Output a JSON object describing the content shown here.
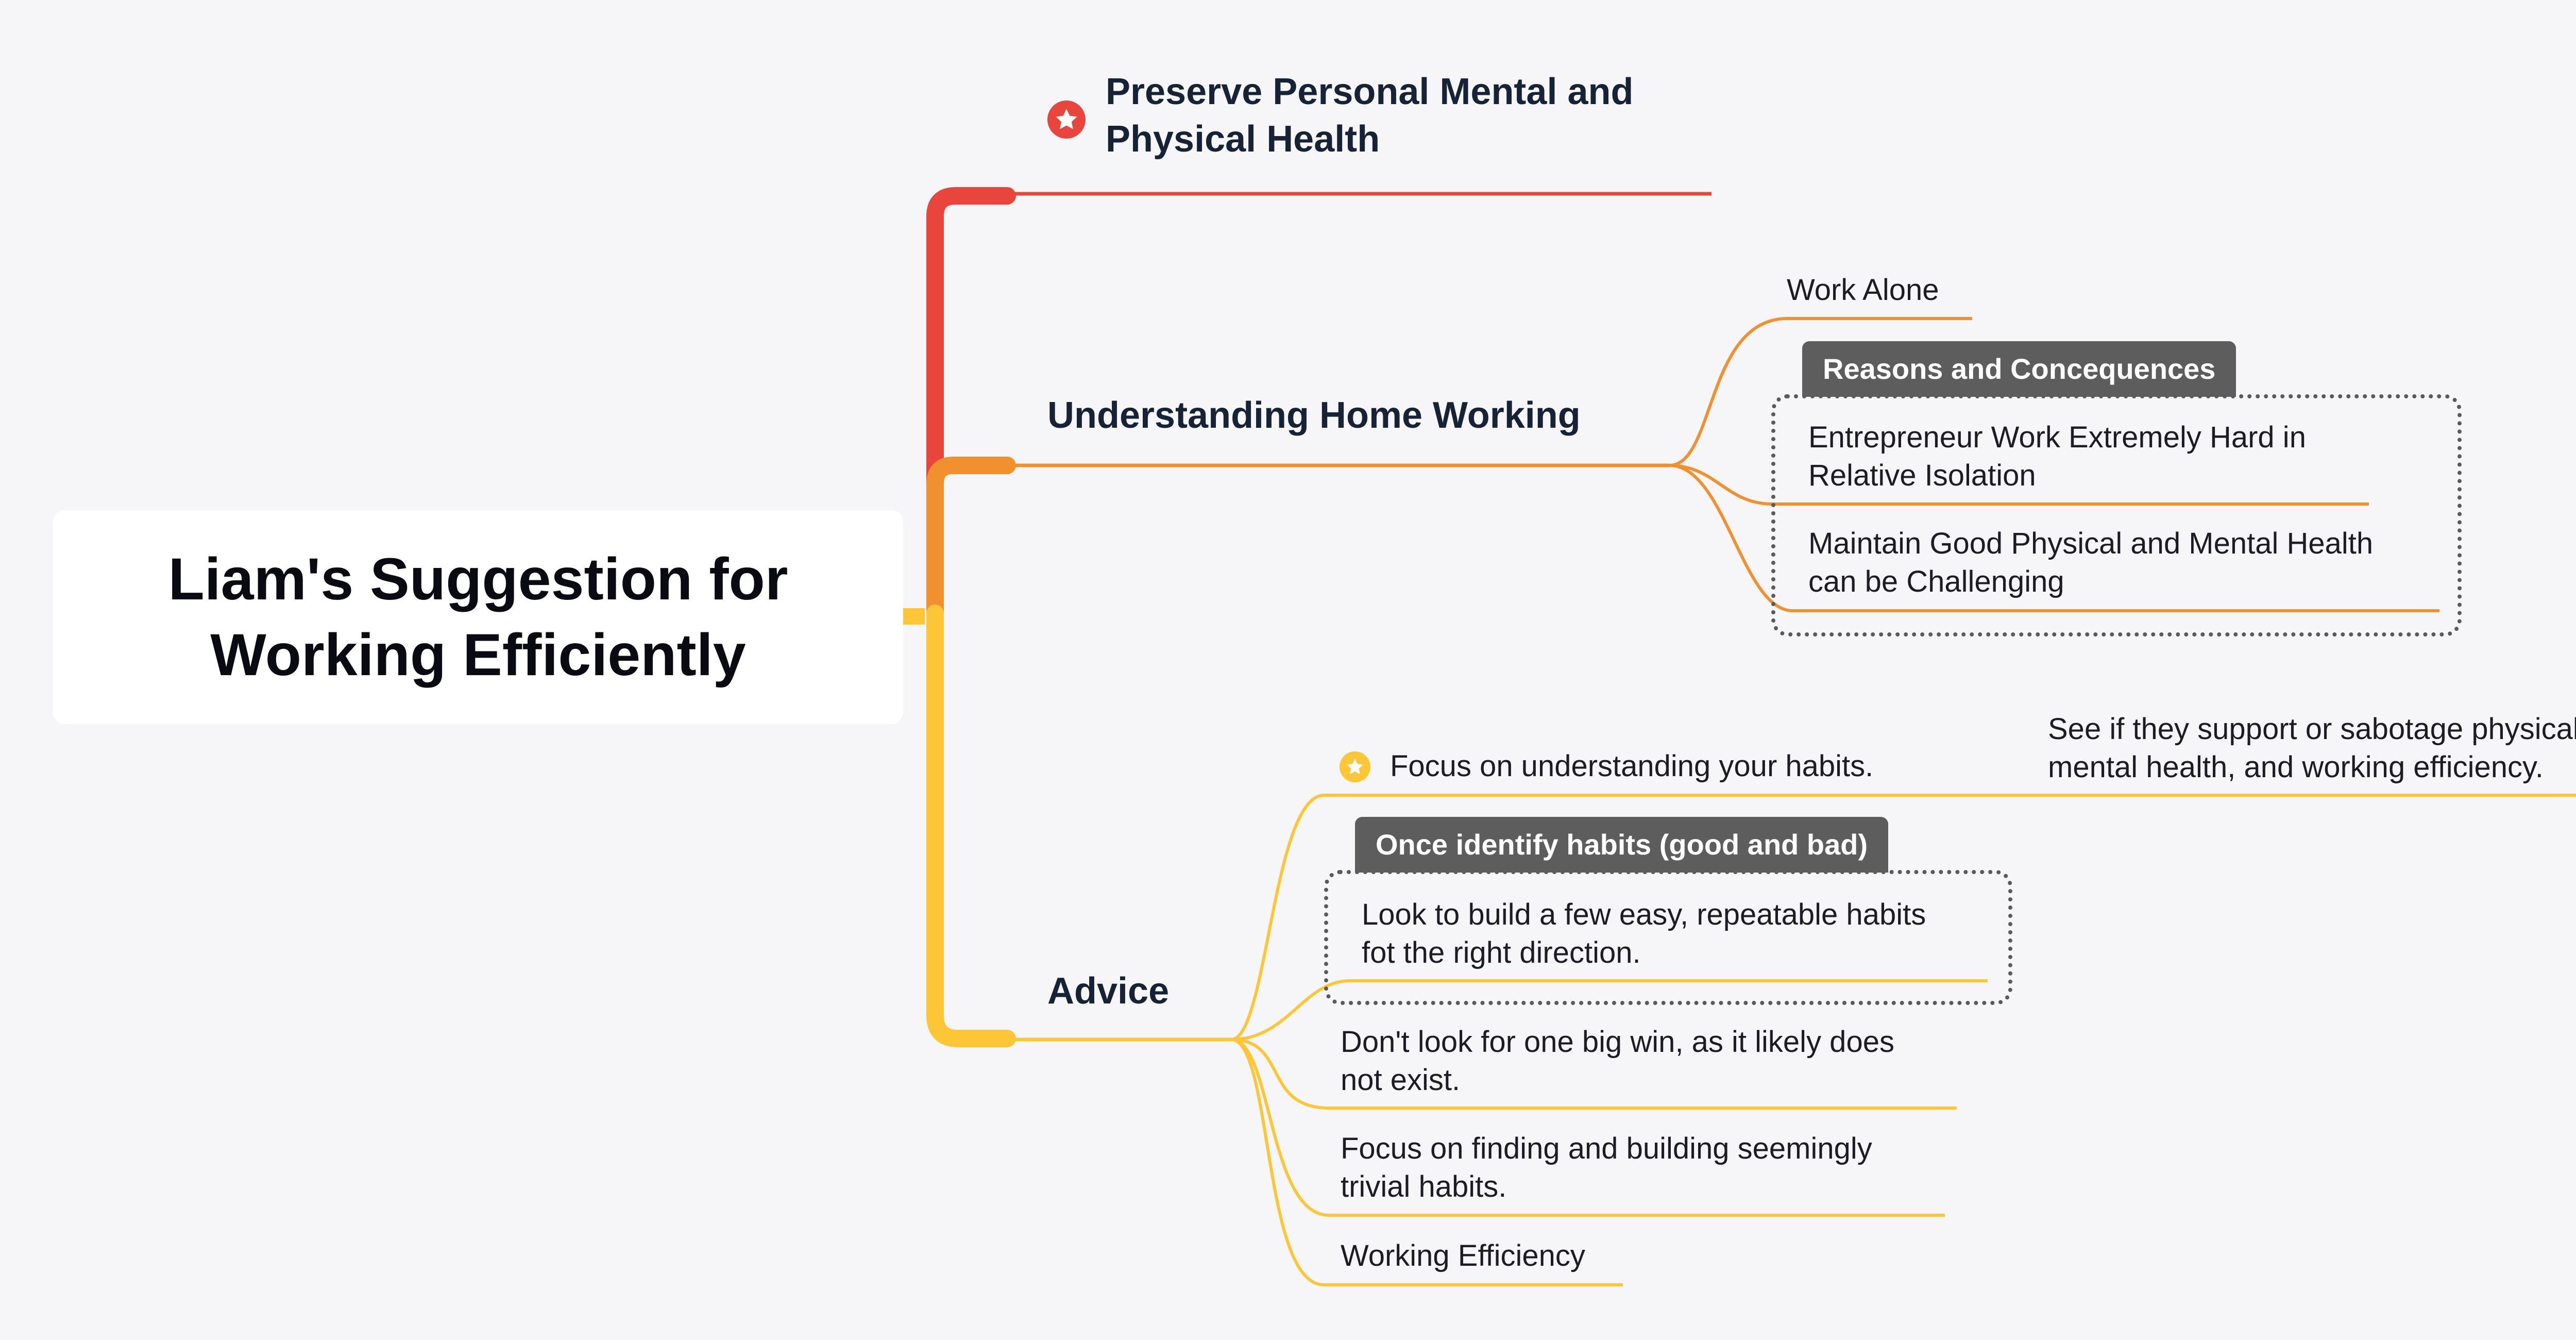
{
  "colors": {
    "red": "#e8453c",
    "orange": "#f0902f",
    "yellow": "#fcc637",
    "frame": "#5a5a5a",
    "tag": "#5d5d5d"
  },
  "root": {
    "title": "Liam's Suggestion for\nWorking Efficiently"
  },
  "branches": {
    "health": {
      "label": "Preserve Personal Mental and\nPhysical Health",
      "icon": "star-badge-icon"
    },
    "home": {
      "label": "Understanding Home Working",
      "work_alone": "Work Alone",
      "summary_tag": "Reasons and Concequences",
      "items": [
        "Entrepreneur Work Extremely Hard in\nRelative Isolation",
        "Maintain Good Physical and Mental Health\ncan be Challenging"
      ]
    },
    "advice": {
      "label": "Advice",
      "habits": {
        "text": "Focus on understanding your habits.",
        "icon": "star-badge-icon"
      },
      "habits_note": "See if they support or sabotage physical,\nmental health, and working efficiency.",
      "summary_tag": "Once identify habits (good and bad)",
      "boxed_item": "Look to build a few easy, repeatable habits\nfot the right direction.",
      "items": [
        "Don't look for one big win, as it likely does\nnot exist.",
        "Focus on finding and building seemingly\ntrivial habits.",
        "Working Efficiency"
      ]
    }
  }
}
